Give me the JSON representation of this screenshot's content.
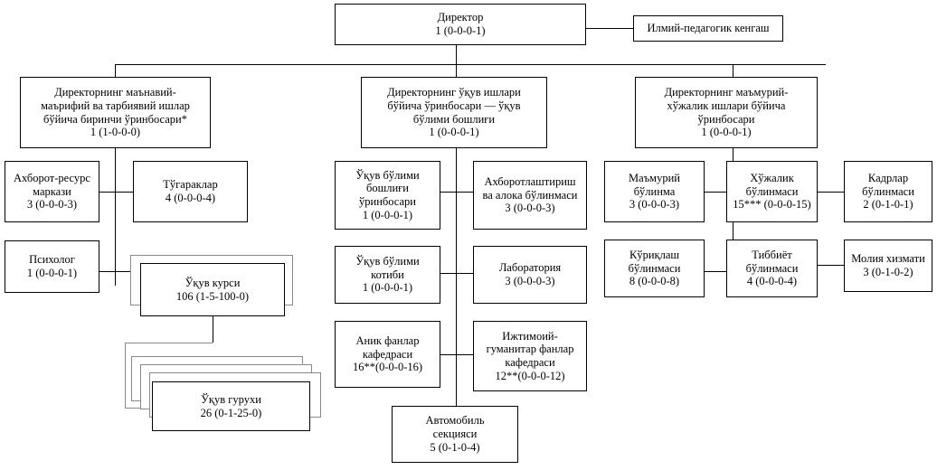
{
  "diagram": {
    "title_present": false,
    "type": "organizational-chart",
    "language": "uz-Cyrl",
    "colors": {
      "background": "#ffffff",
      "box_border": "#000000",
      "ghost_border": "#8a8a8a",
      "connector": "#000000",
      "text": "#000000"
    }
  },
  "nodes": {
    "director": {
      "label": "Директор",
      "count": "1 (0-0-0-1)"
    },
    "council": {
      "label": "Илмий-педагогик кенгаш",
      "count": ""
    },
    "deputy_spiritual": {
      "line1": "Директорнинг маънавий-",
      "line2": "маърифий ва тарбиявий ишлар",
      "line3": "бўйича биринчи ўринбосари*",
      "count": "1 (1-0-0-0)"
    },
    "deputy_academic": {
      "line1": "Директорнинг ўқув ишлари",
      "line2": "бўйича ўринбосари — ўқув",
      "line3": "бўлими бошлиғи",
      "count": "1 (0-0-0-1)"
    },
    "deputy_admin": {
      "line1": "Директорнинг маъмурий-",
      "line2": "хўжалик ишлари бўйича",
      "line3": "ўринбосари",
      "count": "1 (0-0-0-1)"
    },
    "info_resource_center": {
      "line1": "Ахборот-ресурс",
      "line2": "маркази",
      "count": "3 (0-0-0-3)"
    },
    "clubs": {
      "line1": "Тўгараклар",
      "line2": "",
      "count": "4 (0-0-0-4)"
    },
    "psychologist": {
      "line1": "Психолог",
      "line2": "",
      "count": "1 (0-0-0-1)"
    },
    "study_course": {
      "line1": "Ўқув курси",
      "line2": "",
      "count": "106 (1-5-100-0)"
    },
    "study_group": {
      "line1": "Ўқув гурухи",
      "line2": "",
      "count": "26 (0-1-25-0)"
    },
    "dept_head_deputy": {
      "line1": "Ўқув бўлими",
      "line2": "бошлиғи",
      "line3": "ўринбосари",
      "count": "1 (0-0-0-1)"
    },
    "informatization": {
      "line1": "Ахборотлаштириш",
      "line2": "ва алока бўлинмаси",
      "count": "3 (0-0-0-3)"
    },
    "dept_secretary": {
      "line1": "Ўқув бўлими",
      "line2": "котиби",
      "count": "1 (0-0-0-1)"
    },
    "laboratory": {
      "line1": "Лаборатория",
      "line2": "",
      "count": "3 (0-0-0-3)"
    },
    "exact_sciences": {
      "line1": "Аник фанлар",
      "line2": "кафедраси",
      "count": "16**(0-0-0-16)"
    },
    "humanities": {
      "line1": "Ижтимоий-",
      "line2": "гуманитар фанлар",
      "line3": "кафедраси",
      "count": "12**(0-0-0-12)"
    },
    "auto_section": {
      "line1": "Автомобиль",
      "line2": "секцияси",
      "count": "5 (0-1-0-4)"
    },
    "admin_unit": {
      "line1": "Маъмурий",
      "line2": "бўлинма",
      "count": "3 (0-0-0-3)"
    },
    "economic_unit": {
      "line1": "Хўжалик",
      "line2": "бўлинмаси",
      "count": "15*** (0-0-0-15)"
    },
    "hr_unit": {
      "line1": "Кадрлар",
      "line2": "бўлинмаси",
      "count": "2 (0-1-0-1)"
    },
    "security_unit": {
      "line1": "Кўриқлаш",
      "line2": "бўлинмаси",
      "count": "8 (0-0-0-8)"
    },
    "medical_unit": {
      "line1": "Тиббиёт",
      "line2": "бўлинмаси",
      "count": "4 (0-0-0-4)"
    },
    "finance_service": {
      "line1": "Молия хизмати",
      "line2": "",
      "count": "3 (0-1-0-2)"
    }
  }
}
